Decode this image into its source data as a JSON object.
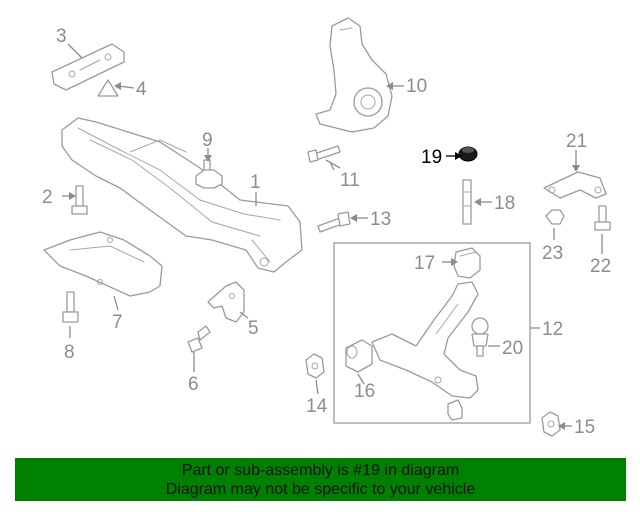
{
  "callouts": {
    "c1": "1",
    "c2": "2",
    "c3": "3",
    "c4": "4",
    "c5": "5",
    "c6": "6",
    "c7": "7",
    "c8": "8",
    "c9": "9",
    "c10": "10",
    "c11": "11",
    "c12": "12",
    "c13": "13",
    "c14": "14",
    "c15": "15",
    "c16": "16",
    "c17": "17",
    "c18": "18",
    "c19": "19",
    "c20": "20",
    "c21": "21",
    "c22": "22",
    "c23": "23"
  },
  "highlight": {
    "part": "19",
    "color": "#000000"
  },
  "banner": {
    "line1": "Part or sub-assembly is #19 in diagram",
    "line2": "Diagram may not be specific to your vehicle",
    "background": "#008000"
  }
}
